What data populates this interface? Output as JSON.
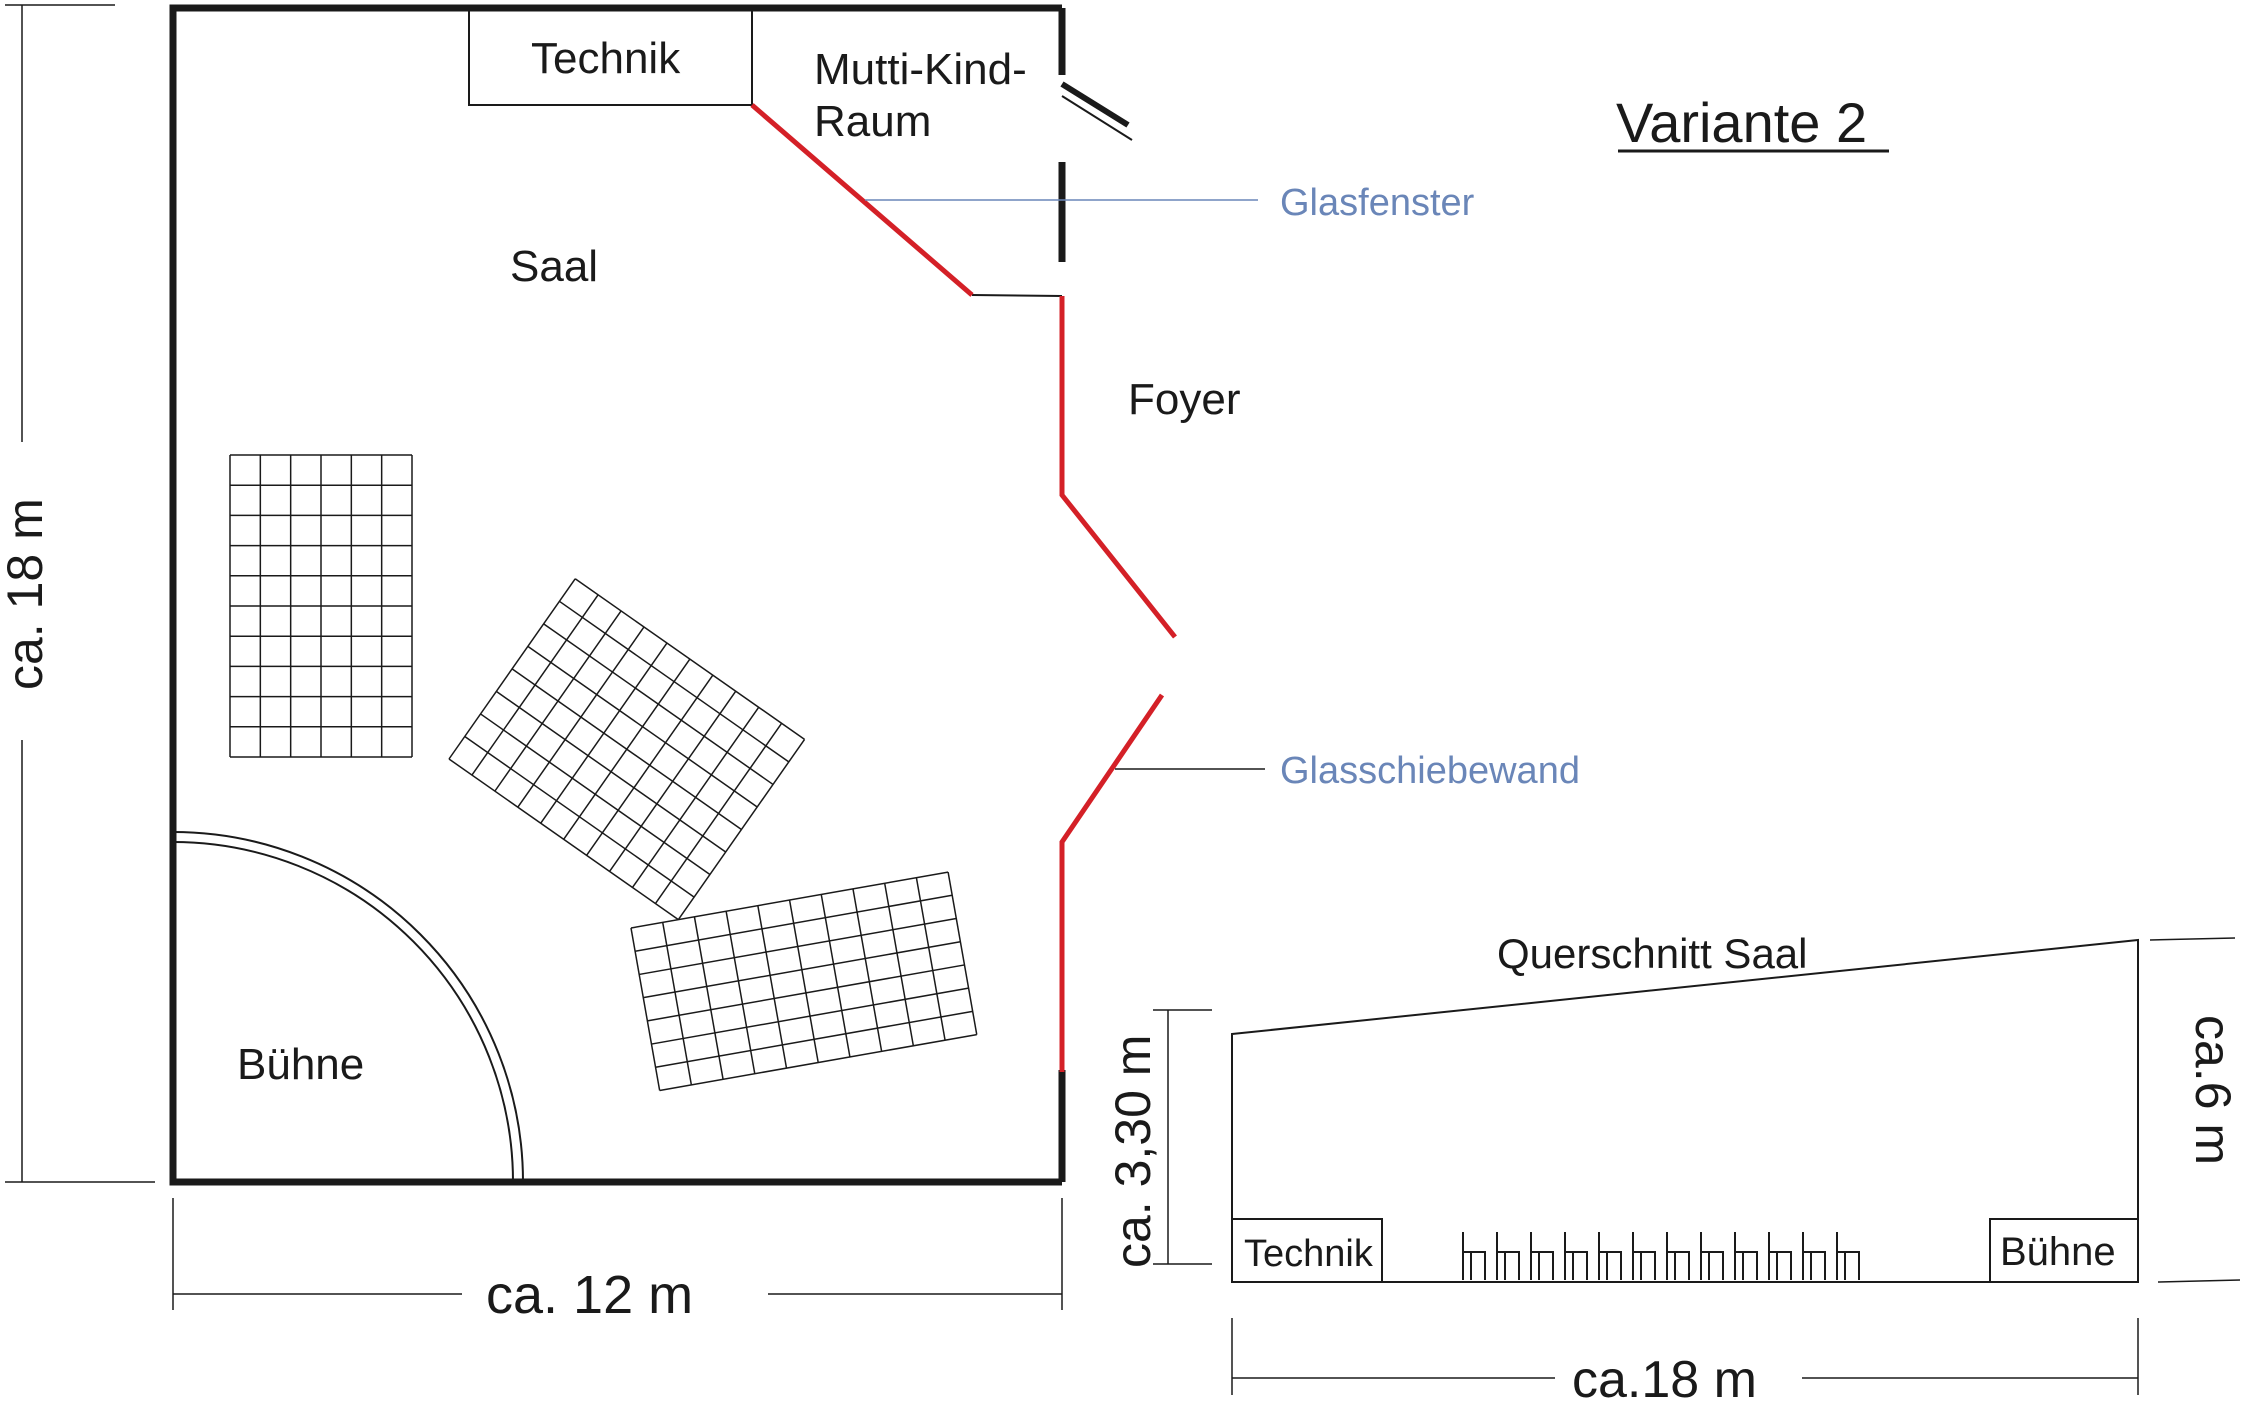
{
  "title": "Variante 2",
  "rooms": {
    "technik": "Technik",
    "mutti_kind_line1": "Mutti-Kind-",
    "mutti_kind_line2": "Raum",
    "saal": "Saal",
    "foyer": "Foyer",
    "buehne": "Bühne"
  },
  "annotations": {
    "glasfenster": "Glasfenster",
    "glasschiebewand": "Glasschiebewand"
  },
  "dimensions": {
    "height": "ca. 18 m",
    "width": "ca. 12 m"
  },
  "cross_section": {
    "title": "Querschnitt Saal",
    "technik": "Technik",
    "buehne": "Bühne",
    "length": "ca.18 m",
    "height_low": "ca. 3,30 m",
    "height_high": "ca.6 m"
  },
  "colors": {
    "wall": "#1a1a1a",
    "glass": "#d42027",
    "annotation": "#6a86b8"
  }
}
